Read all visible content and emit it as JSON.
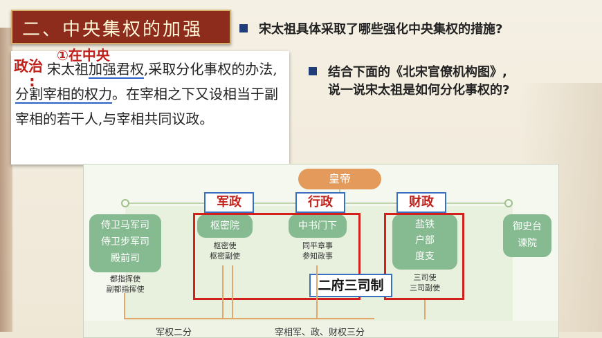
{
  "slide": {
    "section_title": "二、中央集权的加强",
    "question1": "宋太祖具体采取了哪些强化中央集权的措施?",
    "question2_line1": "结合下面的《北宋官僚机构图》,",
    "question2_line2": "说一说宋太祖是如何分化事权的?",
    "label_politics": "政治",
    "label_colon": ":",
    "label_center": "①在中央",
    "passage": {
      "part1": "宋太祖",
      "part2": "加强君权",
      "part3": ",采取分化事权的办法,",
      "part4": "分割宰相的权力",
      "part5": "。在宰相之下又设相当于副宰相的若干人,与宰相共同议政。"
    }
  },
  "diagram": {
    "emperor": "皇帝",
    "cat_military": "军政",
    "cat_admin": "行政",
    "cat_finance": "财政",
    "left_node": [
      "侍卫马军司",
      "侍卫步军司",
      "殿前司"
    ],
    "left_sub": [
      "都指挥使",
      "副都指挥使"
    ],
    "shumi": "枢密院",
    "shumi_sub": [
      "枢密使",
      "枢密副使"
    ],
    "zhongshu": "中书门下",
    "zhongshu_sub": [
      "同平章事",
      "参知政事"
    ],
    "san_node": [
      "盐铁",
      "户部",
      "度支"
    ],
    "san_sub": [
      "三司使",
      "三司副使"
    ],
    "yushi": [
      "御史台",
      "谏院"
    ],
    "erfu": "二府三司制",
    "bottom_left": "军权二分",
    "bottom_right": "宰相军、政、财权三分"
  },
  "colors": {
    "title_bg": "#8d2b1c",
    "accent_red": "#c0201a",
    "node_green": "#86ba90",
    "emperor_orange": "#e39a5b",
    "bullet_blue": "#1f3d7a"
  }
}
